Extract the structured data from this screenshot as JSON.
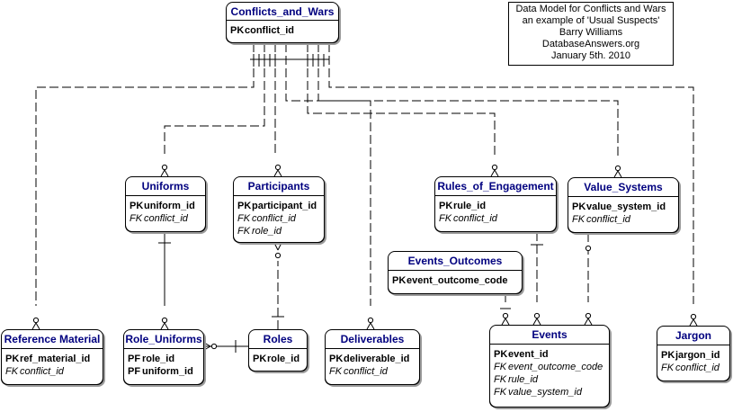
{
  "note": {
    "lines": [
      "Data Model for Conflicts and Wars",
      "an example of 'Usual Suspects'",
      "Barry Williams",
      "DatabaseAnswers.org",
      "January 5th. 2010"
    ]
  },
  "entities": {
    "conflicts_and_wars": {
      "title": "Conflicts_and_Wars",
      "attrs": [
        {
          "prefix": "PK",
          "name": "conflict_id"
        }
      ]
    },
    "uniforms": {
      "title": "Uniforms",
      "attrs": [
        {
          "prefix": "PK",
          "name": "uniform_id"
        },
        {
          "prefix": "FK",
          "name": "conflict_id"
        }
      ]
    },
    "participants": {
      "title": "Participants",
      "attrs": [
        {
          "prefix": "PK",
          "name": "participant_id"
        },
        {
          "prefix": "FK",
          "name": "conflict_id"
        },
        {
          "prefix": "FK",
          "name": "role_id"
        }
      ]
    },
    "rules_of_engagement": {
      "title": "Rules_of_Engagement",
      "attrs": [
        {
          "prefix": "PK",
          "name": "rule_id"
        },
        {
          "prefix": "FK",
          "name": "conflict_id"
        }
      ]
    },
    "value_systems": {
      "title": "Value_Systems",
      "attrs": [
        {
          "prefix": "PK",
          "name": "value_system_id"
        },
        {
          "prefix": "FK",
          "name": "conflict_id"
        }
      ]
    },
    "events_outcomes": {
      "title": "Events_Outcomes",
      "attrs": [
        {
          "prefix": "PK",
          "name": "event_outcome_code"
        }
      ]
    },
    "reference_material": {
      "title": "Reference Material",
      "attrs": [
        {
          "prefix": "PK",
          "name": "ref_material_id"
        },
        {
          "prefix": "FK",
          "name": "conflict_id"
        }
      ]
    },
    "role_uniforms": {
      "title": "Role_Uniforms",
      "attrs": [
        {
          "prefix": "PF",
          "name": "role_id"
        },
        {
          "prefix": "PF",
          "name": "uniform_id"
        }
      ]
    },
    "roles": {
      "title": "Roles",
      "attrs": [
        {
          "prefix": "PK",
          "name": "role_id"
        }
      ]
    },
    "deliverables": {
      "title": "Deliverables",
      "attrs": [
        {
          "prefix": "PK",
          "name": "deliverable_id"
        },
        {
          "prefix": "FK",
          "name": "conflict_id"
        }
      ]
    },
    "events": {
      "title": "Events",
      "attrs": [
        {
          "prefix": "PK",
          "name": "event_id"
        },
        {
          "prefix": "FK",
          "name": "event_outcome_code"
        },
        {
          "prefix": "FK",
          "name": "rule_id"
        },
        {
          "prefix": "FK",
          "name": "value_system_id"
        }
      ]
    },
    "jargon": {
      "title": "Jargon",
      "attrs": [
        {
          "prefix": "PK",
          "name": "jargon_id"
        },
        {
          "prefix": "FK",
          "name": "conflict_id"
        }
      ]
    }
  },
  "relationships": [
    {
      "from": "conflicts_and_wars",
      "to": "reference_material",
      "style": "dashed"
    },
    {
      "from": "conflicts_and_wars",
      "to": "uniforms",
      "style": "dashed"
    },
    {
      "from": "conflicts_and_wars",
      "to": "participants",
      "style": "dashed"
    },
    {
      "from": "conflicts_and_wars",
      "to": "deliverables",
      "style": "dashed"
    },
    {
      "from": "conflicts_and_wars",
      "to": "rules_of_engagement",
      "style": "dashed"
    },
    {
      "from": "conflicts_and_wars",
      "to": "value_systems",
      "style": "dashed"
    },
    {
      "from": "conflicts_and_wars",
      "to": "jargon",
      "style": "dashed"
    },
    {
      "from": "uniforms",
      "to": "role_uniforms",
      "style": "solid"
    },
    {
      "from": "roles",
      "to": "role_uniforms",
      "style": "solid"
    },
    {
      "from": "roles",
      "to": "participants",
      "style": "dashed"
    },
    {
      "from": "rules_of_engagement",
      "to": "events",
      "style": "dashed"
    },
    {
      "from": "value_systems",
      "to": "events",
      "style": "dashed"
    },
    {
      "from": "events_outcomes",
      "to": "events",
      "style": "dashed"
    }
  ],
  "colors": {
    "title": "#00007f",
    "line": "#000000",
    "shadow": "#9a9a9a"
  }
}
